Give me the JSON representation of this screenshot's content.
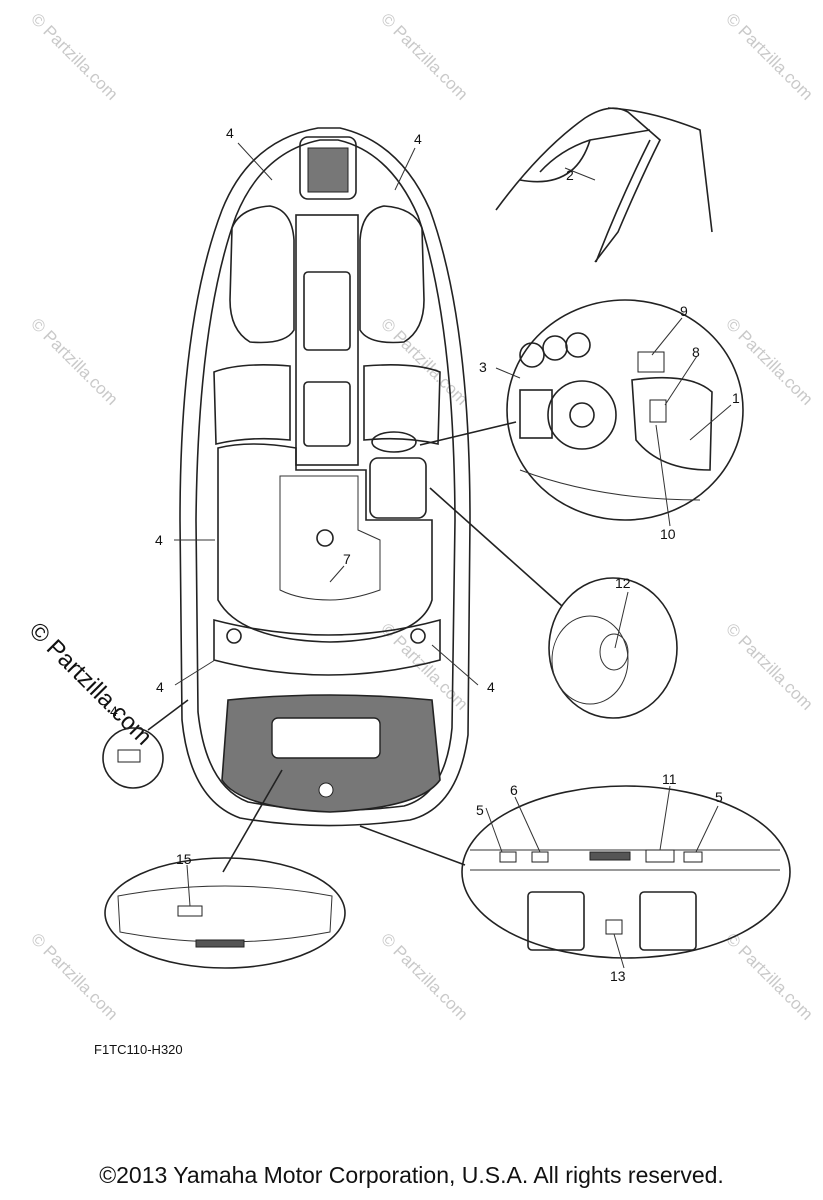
{
  "watermarks": {
    "brand": "© Partzilla.com",
    "big": "© Partzilla.com"
  },
  "callouts": {
    "c1": "1",
    "c2": "2",
    "c3": "3",
    "c4a": "4",
    "c4b": "4",
    "c4c": "4",
    "c4d": "4",
    "c4e": "4",
    "c4f": "4",
    "c5a": "5",
    "c5b": "5",
    "c6": "6",
    "c7": "7",
    "c8": "8",
    "c9": "9",
    "c10": "10",
    "c11": "11",
    "c12": "12",
    "c13": "13",
    "c15": "15"
  },
  "diagram_code": "F1TC110-H320",
  "copyright": "©2013  Yamaha Motor Corporation, U.S.A. All rights reserved."
}
